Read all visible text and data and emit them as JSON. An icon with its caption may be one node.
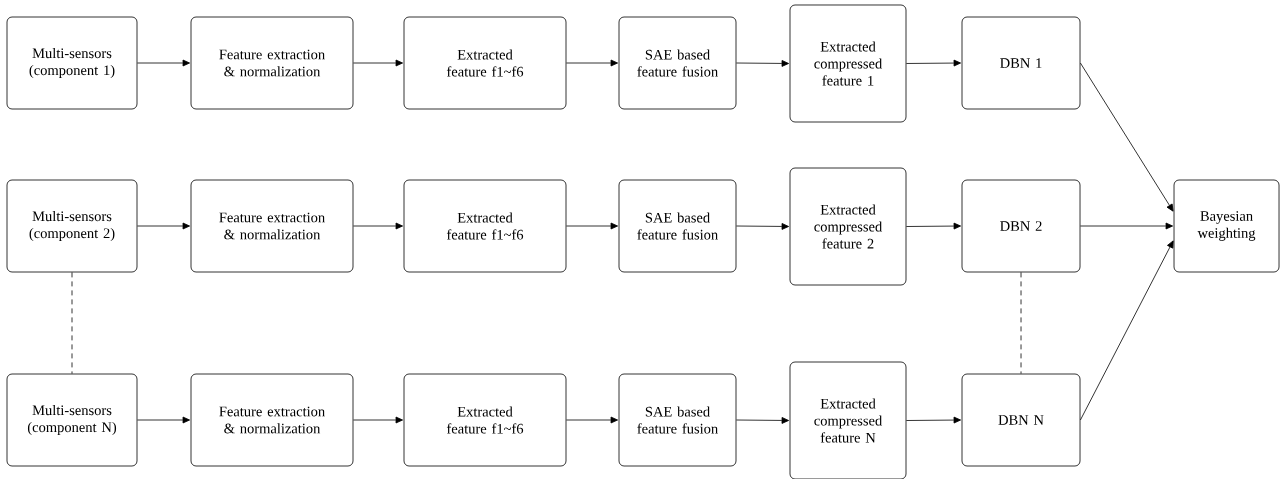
{
  "diagram": {
    "nodes": [
      {
        "text": [
          "Multi-sensors (component 1)"
        ]
      },
      {
        "text": [
          "Feature extraction & normalization"
        ]
      },
      {
        "text": [
          "Extracted feature f1~f6"
        ]
      },
      {
        "text": [
          "SAE based feature fusion"
        ]
      },
      {
        "text": [
          "Extracted compressed feature 1"
        ]
      },
      {
        "text": [
          "DBN 1"
        ]
      },
      {
        "text": [
          "Multi-sensors (component 2)"
        ]
      },
      {
        "text": [
          "Feature extraction & normalization"
        ]
      },
      {
        "text": [
          "Extracted feature f1~f6"
        ]
      },
      {
        "text": [
          "SAE based feature fusion"
        ]
      },
      {
        "text": [
          "Extracted compressed feature 2"
        ]
      },
      {
        "text": [
          "DBN 2"
        ]
      },
      {
        "text": [
          "Multi-sensors (component N)"
        ]
      },
      {
        "text": [
          "Feature extraction & normalization"
        ]
      },
      {
        "text": [
          "Extracted feature f1~f6"
        ]
      },
      {
        "text": [
          "SAE based feature fusion"
        ]
      },
      {
        "text": [
          "Extracted compressed feature N"
        ]
      },
      {
        "text": [
          "DBN N"
        ]
      },
      {
        "text": [
          "Bayesian weighting"
        ]
      }
    ],
    "edges": [
      {
        "from": 0,
        "to": 1,
        "arrow": "to"
      },
      {
        "from": 1,
        "to": 2,
        "arrow": "to"
      },
      {
        "from": 2,
        "to": 3,
        "arrow": "to"
      },
      {
        "from": 3,
        "to": 4,
        "arrow": "to"
      },
      {
        "from": 4,
        "to": 5,
        "arrow": "to"
      },
      {
        "from": 6,
        "to": 7,
        "arrow": "to"
      },
      {
        "from": 7,
        "to": 8,
        "arrow": "to"
      },
      {
        "from": 8,
        "to": 9,
        "arrow": "to"
      },
      {
        "from": 9,
        "to": 10,
        "arrow": "to"
      },
      {
        "from": 10,
        "to": 11,
        "arrow": "to"
      },
      {
        "from": 12,
        "to": 13,
        "arrow": "to"
      },
      {
        "from": 13,
        "to": 14,
        "arrow": "to"
      },
      {
        "from": 14,
        "to": 15,
        "arrow": "to"
      },
      {
        "from": 15,
        "to": 16,
        "arrow": "to"
      },
      {
        "from": 16,
        "to": 17,
        "arrow": "to"
      },
      {
        "from": 5,
        "to": 18,
        "arrow": "to"
      },
      {
        "from": 11,
        "to": 18,
        "arrow": "to"
      },
      {
        "from": 17,
        "to": 18,
        "arrow": "to"
      },
      {
        "from": 6,
        "to": 12,
        "arrow": "none",
        "style": "dashed"
      },
      {
        "from": 11,
        "to": 17,
        "arrow": "none",
        "style": "dashed"
      }
    ]
  }
}
